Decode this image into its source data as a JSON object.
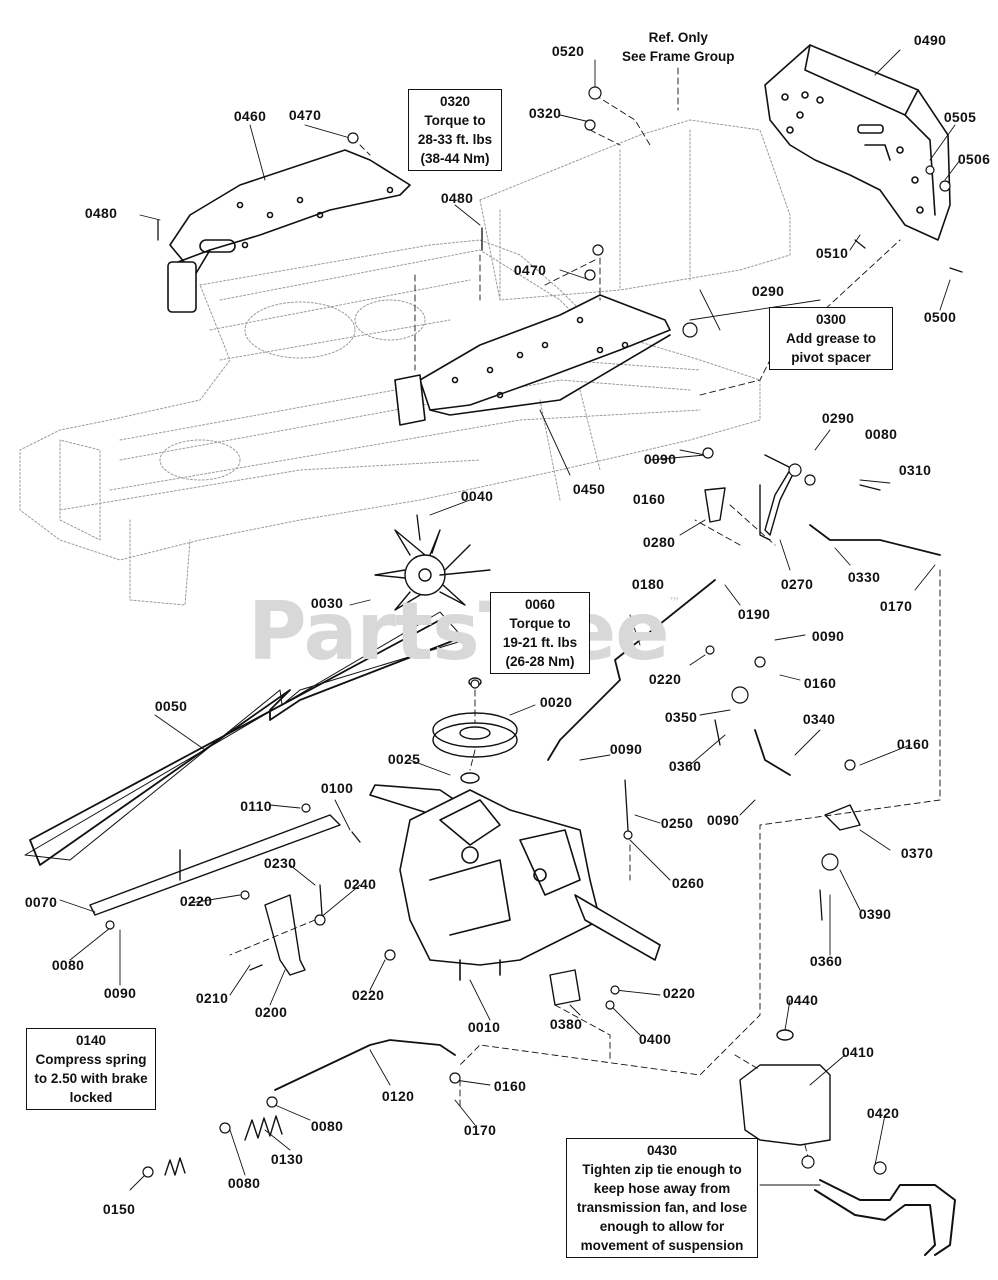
{
  "watermark": "PartsTree",
  "trademark": "™",
  "notes": {
    "ref_frame": [
      "Ref. Only",
      "See Frame Group"
    ],
    "n0320": [
      "0320",
      "Torque to",
      "28-33 ft. lbs",
      "(38-44 Nm)"
    ],
    "n0300": [
      "0300",
      "Add grease to",
      "pivot spacer"
    ],
    "n0060": [
      "0060",
      "Torque to",
      "19-21 ft. lbs",
      "(26-28 Nm)"
    ],
    "n0140": [
      "0140",
      "Compress spring",
      "to 2.50 with brake",
      "locked"
    ],
    "n0430": [
      "0430",
      "Tighten zip tie enough to",
      "keep hose away from",
      "transmission fan, and lose",
      "enough to allow for",
      "movement of suspension"
    ]
  },
  "labels": {
    "l0520": "0520",
    "l0490": "0490",
    "l0320": "0320",
    "l0460": "0460",
    "l0470a": "0470",
    "l0505": "0505",
    "l0506": "0506",
    "l0480a": "0480",
    "l0480b": "0480",
    "l0470b": "0470",
    "l0510": "0510",
    "l0500": "0500",
    "l0290a": "0290",
    "l0450": "0450",
    "l0290b": "0290",
    "l0080a": "0080",
    "l0090a": "0090",
    "l0310": "0310",
    "l0160a": "0160",
    "l0280": "0280",
    "l0040": "0040",
    "l0270": "0270",
    "l0330": "0330",
    "l0030": "0030",
    "l0180": "0180",
    "l0170a": "0170",
    "l0190": "0190",
    "l0090b": "0090",
    "l0220a": "0220",
    "l0160b": "0160",
    "l0050": "0050",
    "l0020": "0020",
    "l0350": "0350",
    "l0340": "0340",
    "l0090c": "0090",
    "l0360a": "0360",
    "l0160c": "0160",
    "l0025": "0025",
    "l0100": "0100",
    "l0110": "0110",
    "l0250": "0250",
    "l0090d": "0090",
    "l0370": "0370",
    "l0230": "0230",
    "l0260": "0260",
    "l0240": "0240",
    "l0220b": "0220",
    "l0070": "0070",
    "l0390": "0390",
    "l0080b": "0080",
    "l0090e": "0090",
    "l0210": "0210",
    "l0360b": "0360",
    "l0200": "0200",
    "l0220c": "0220",
    "l0220d": "0220",
    "l0010": "0010",
    "l0440": "0440",
    "l0380": "0380",
    "l0400": "0400",
    "l0410": "0410",
    "l0160d": "0160",
    "l0120": "0120",
    "l0080c": "0080",
    "l0420": "0420",
    "l0170b": "0170",
    "l0130": "0130",
    "l0080d": "0080",
    "l0150": "0150"
  }
}
